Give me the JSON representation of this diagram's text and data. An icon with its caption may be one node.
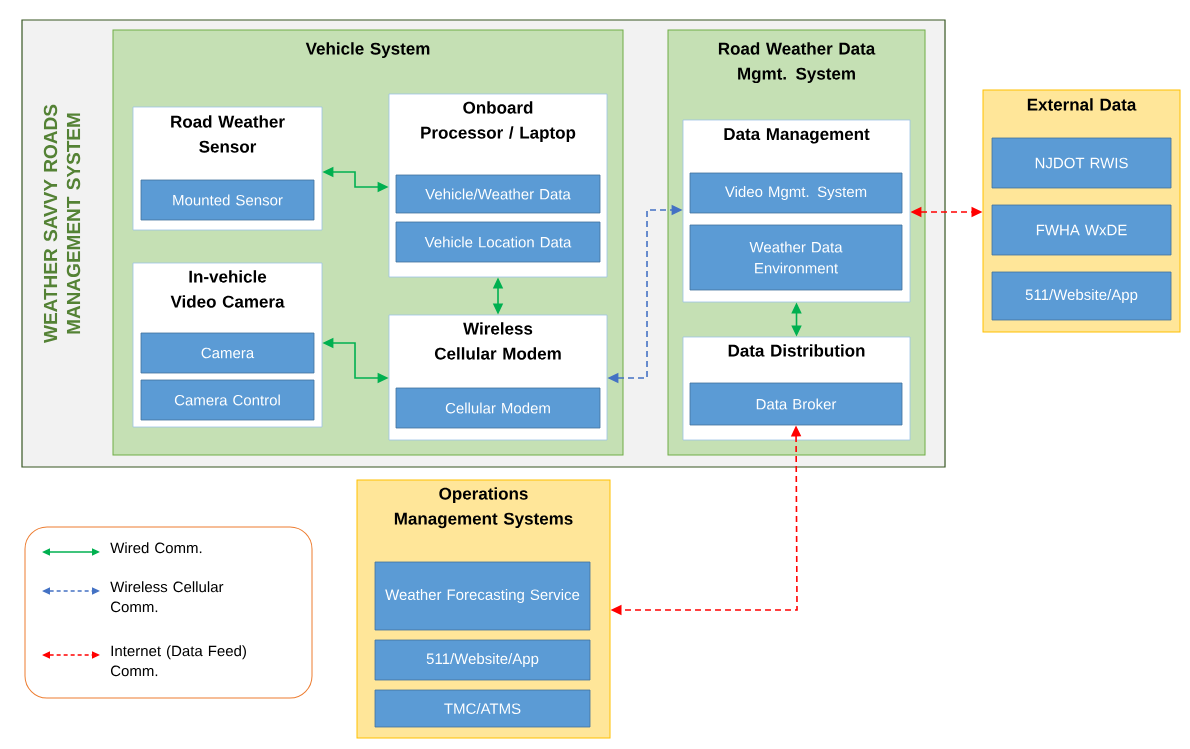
{
  "diagram": {
    "nodes": [
      {
        "text": [
          "WEATHER SAVVY ROADS MANAGEMENT SYSTEM"
        ]
      },
      {
        "text": [
          "Vehicle System"
        ],
        "in": 0
      },
      {
        "text": [
          "Road Weather Data Mgmt. System"
        ],
        "in": 0
      },
      {
        "text": [
          "Road Weather Sensor"
        ],
        "in": 1
      },
      {
        "text": [
          "Mounted Sensor"
        ],
        "in": 3
      },
      {
        "text": [
          "Onboard Processor / Laptop"
        ],
        "in": 1
      },
      {
        "text": [
          "Vehicle/Weather Data"
        ],
        "in": 5
      },
      {
        "text": [
          "Vehicle Location Data"
        ],
        "in": 5
      },
      {
        "text": [
          "In-vehicle Video Camera"
        ],
        "in": 1
      },
      {
        "text": [
          "Camera"
        ],
        "in": 8
      },
      {
        "text": [
          "Camera Control"
        ],
        "in": 8
      },
      {
        "text": [
          "Wireless Cellular Modem"
        ],
        "in": 1
      },
      {
        "text": [
          "Cellular Modem"
        ],
        "in": 11
      },
      {
        "text": [
          "Data Management"
        ],
        "in": 2
      },
      {
        "text": [
          "Video Mgmt. System"
        ],
        "in": 13
      },
      {
        "text": [
          "Weather Data Environment"
        ],
        "in": 13
      },
      {
        "text": [
          "Data Distribution"
        ],
        "in": 2
      },
      {
        "text": [
          "Data Broker"
        ],
        "in": 16
      },
      {
        "text": [
          "External Data"
        ]
      },
      {
        "text": [
          "NJDOT RWIS"
        ],
        "in": 18
      },
      {
        "text": [
          "FWHA WxDE"
        ],
        "in": 18
      },
      {
        "text": [
          "511/Website/App"
        ],
        "in": 18
      },
      {
        "text": [
          "Operations Management Systems"
        ]
      },
      {
        "text": [
          "Weather Forecasting Service"
        ],
        "in": 22
      },
      {
        "text": [
          "511/Website/App"
        ],
        "in": 22
      },
      {
        "text": [
          "TMC/ATMS"
        ],
        "in": 22
      }
    ],
    "edges": [
      {
        "from": 3,
        "to": 5,
        "arrow": "both"
      },
      {
        "from": 8,
        "to": 11,
        "arrow": "both"
      },
      {
        "from": 5,
        "to": 11,
        "arrow": "both"
      },
      {
        "from": 11,
        "to": 13,
        "arrow": "both",
        "style": "dashed",
        "color": "#4472c4"
      },
      {
        "from": 13,
        "to": 16,
        "arrow": "both"
      },
      {
        "from": 13,
        "to": 18,
        "arrow": "both",
        "style": "dashed",
        "color": "#ff0000"
      },
      {
        "from": 17,
        "to": 22,
        "arrow": "both",
        "style": "dashed",
        "color": "#ff0000"
      }
    ],
    "legend": [
      {
        "text": "Wired Comm."
      },
      {
        "text": "Wireless Cellular Comm."
      },
      {
        "text": "Internet (Data Feed) Comm."
      }
    ]
  }
}
